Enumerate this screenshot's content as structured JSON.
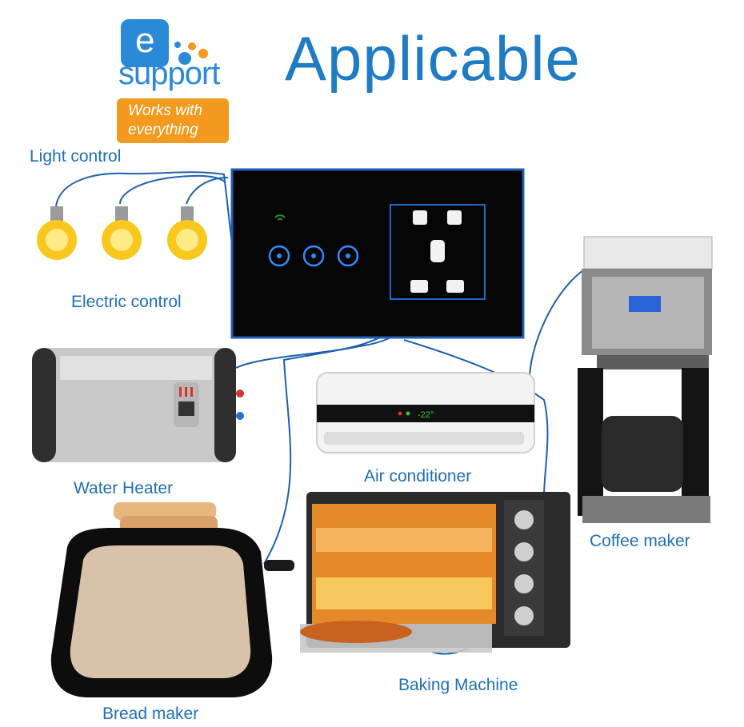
{
  "logo": {
    "letter": "e",
    "wordmark": "support",
    "tagline_line1": "Works with",
    "tagline_line2": "everything"
  },
  "title": "Applicable",
  "labels": {
    "light_control": "Light control",
    "electric_control": "Electric control",
    "water_heater": "Water Heater",
    "air_conditioner": "Air conditioner",
    "coffee_maker": "Coffee maker",
    "baking_machine": "Baking Machine",
    "bread_maker": "Bread maker"
  },
  "colors": {
    "accent_blue": "#1e7bc4",
    "wire_blue": "#1f5fb0",
    "logo_orange": "#f39a1e",
    "panel_black": "#050505",
    "panel_glow": "#2d8cff"
  }
}
